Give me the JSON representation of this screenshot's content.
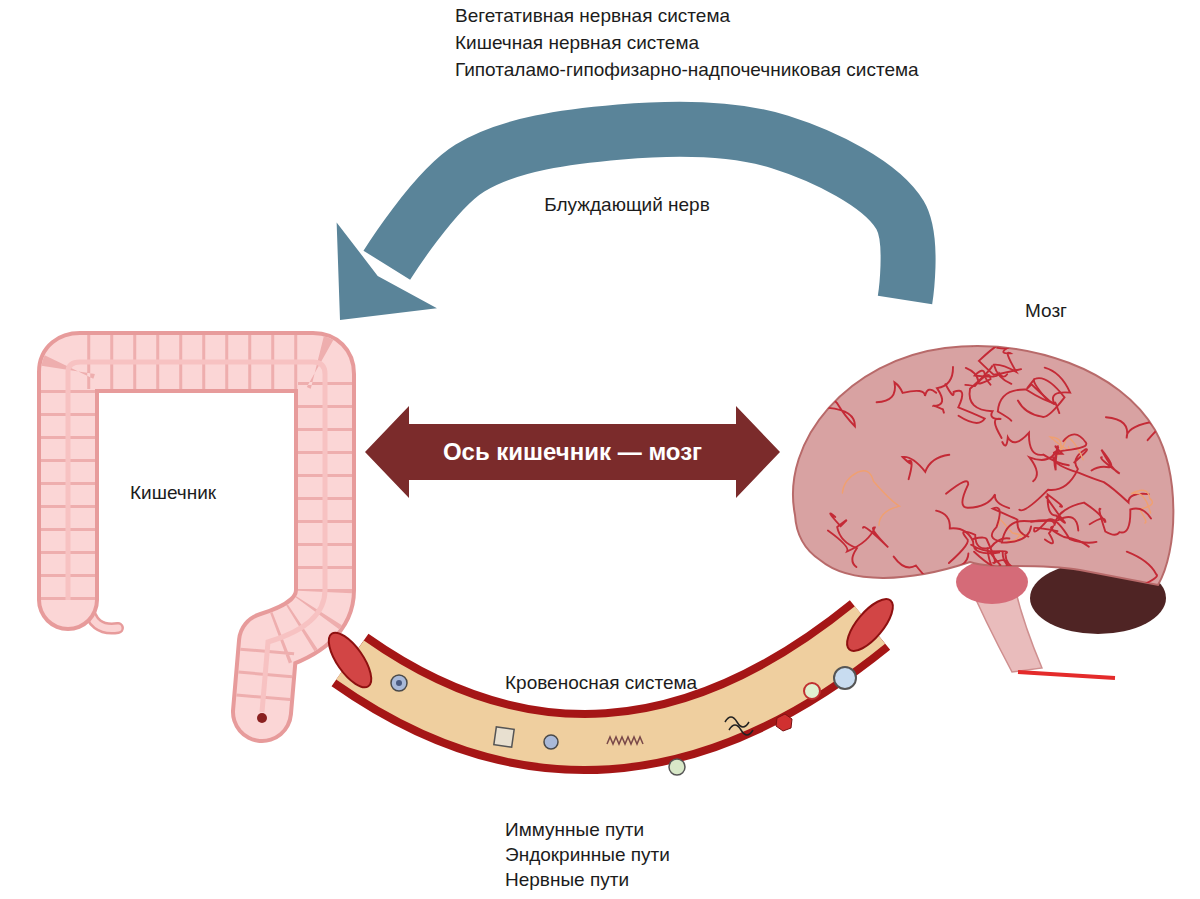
{
  "diagram": {
    "nodes": [
      {
        "text": [
          "Кишечник"
        ]
      },
      {
        "text": [
          "Мозг"
        ]
      },
      {
        "text": [
          "Кровеносная система"
        ]
      }
    ],
    "edges": [
      {
        "from": 1,
        "to": 0,
        "arrow": "to",
        "label": "Блуждающий нерв"
      },
      {
        "from": 0,
        "to": 1,
        "arrow": "both",
        "label": "Ось кишечник — мозг"
      }
    ],
    "labels": [
      "Вегетативная нервная система",
      "Кишечная нервная система",
      "Гипоталамо-гипофизарно-надпочечниковая система",
      "Иммунные пути",
      "Эндокринные пути",
      "Нервные пути"
    ]
  }
}
